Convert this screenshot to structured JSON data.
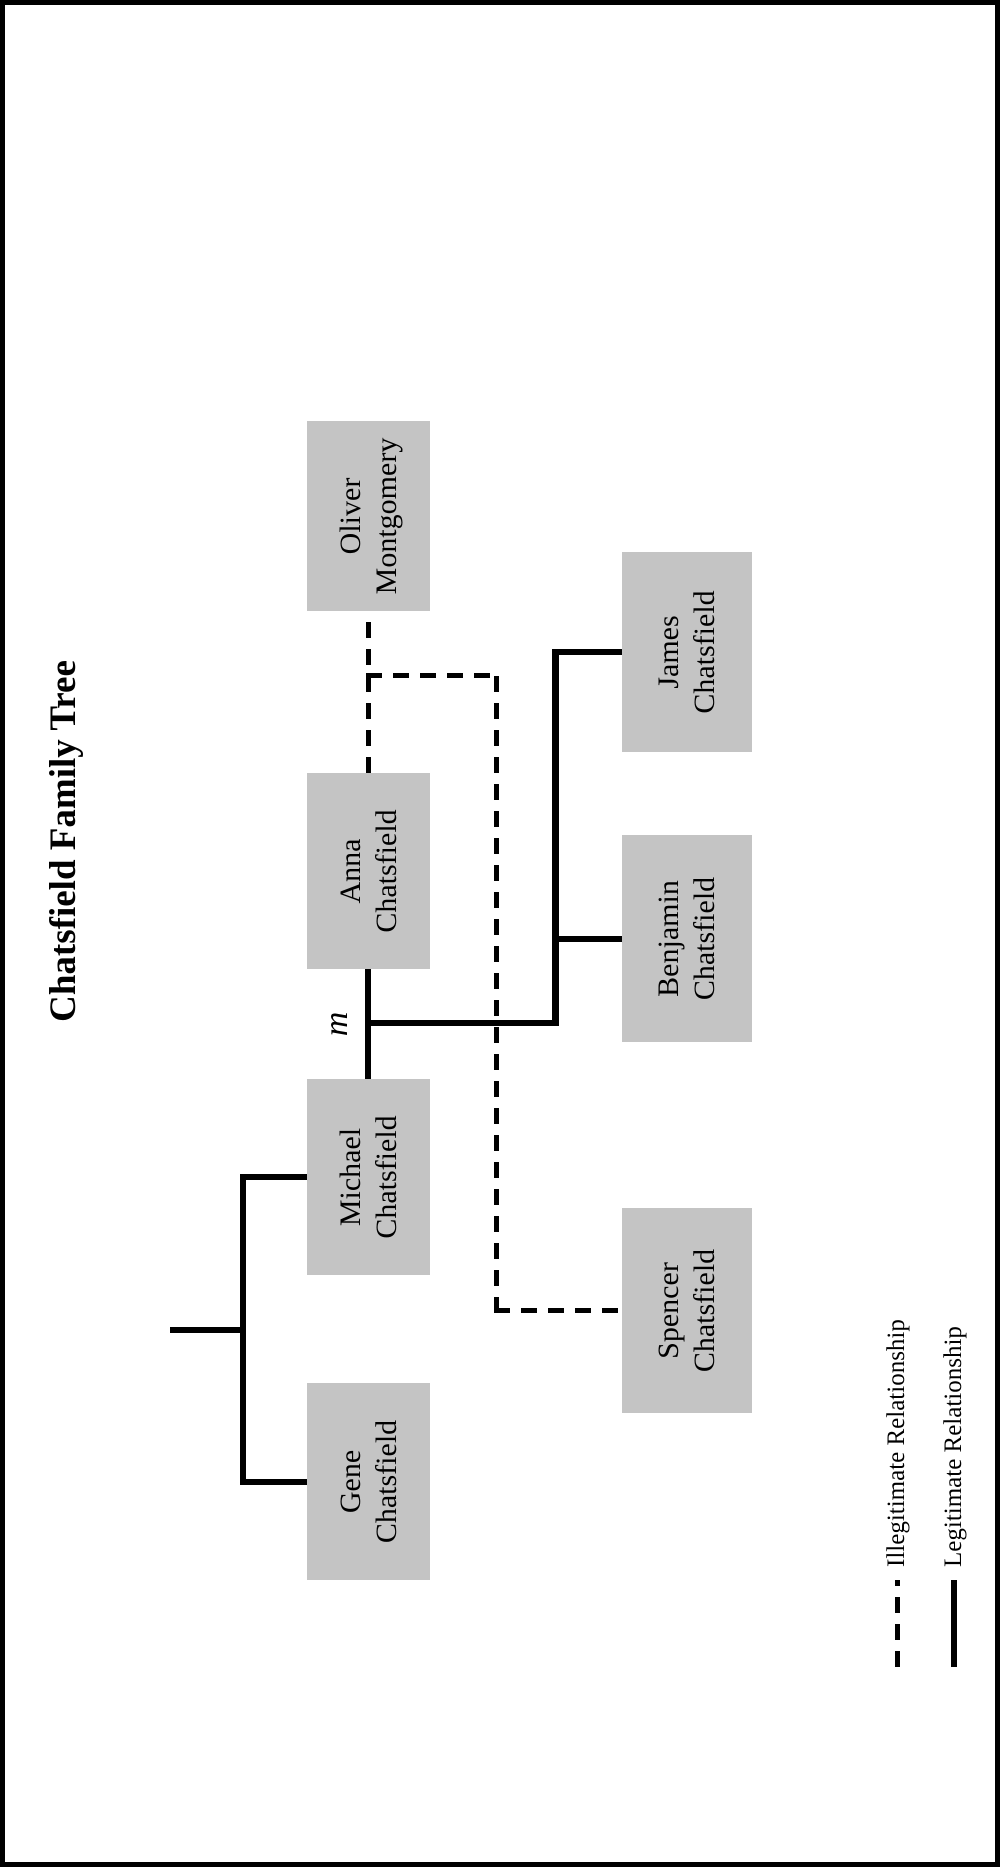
{
  "title": "Chatsfield Family Tree",
  "marriage_label": "m",
  "people": [
    {
      "id": "gene",
      "first": "Gene",
      "last": "Chatsfield"
    },
    {
      "id": "michael",
      "first": "Michael",
      "last": "Chatsfield"
    },
    {
      "id": "anna",
      "first": "Anna",
      "last": "Chatsfield"
    },
    {
      "id": "oliver",
      "first": "Oliver",
      "last": "Montgomery"
    },
    {
      "id": "spencer",
      "first": "Spencer",
      "last": "Chatsfield"
    },
    {
      "id": "benjamin",
      "first": "Benjamin",
      "last": "Chatsfield"
    },
    {
      "id": "james",
      "first": "James",
      "last": "Chatsfield"
    }
  ],
  "legend": {
    "illegitimate_label": "Illegitimate Relationship",
    "legitimate_label": "Legitimate Relationship"
  },
  "colors": {
    "box_fill": "#c4c4c4",
    "line": "#000000",
    "background": "#ffffff"
  }
}
